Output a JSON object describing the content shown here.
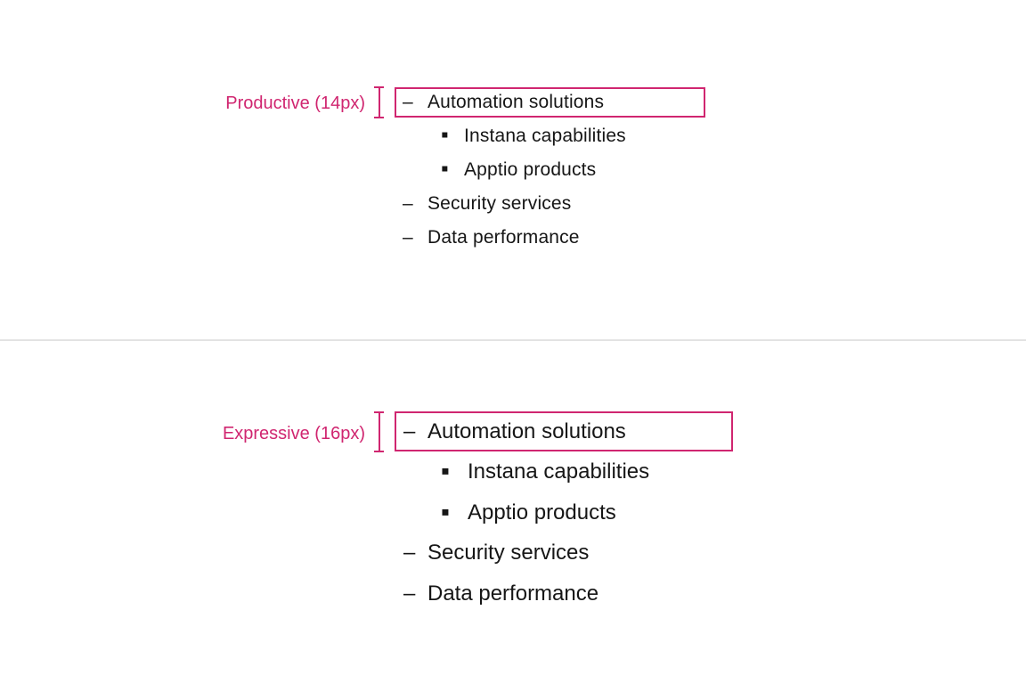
{
  "colors": {
    "annotation_magenta": "#d02670",
    "text": "#161616",
    "divider": "#e3e3e3",
    "background": "#ffffff"
  },
  "bullets": {
    "dash": "–",
    "square": "▪"
  },
  "sections": [
    {
      "label": "Productive (14px)",
      "items": [
        {
          "text": "Automation solutions",
          "level": 1,
          "highlighted": true
        },
        {
          "text": "Instana capabilities",
          "level": 2,
          "highlighted": false
        },
        {
          "text": "Apptio products",
          "level": 2,
          "highlighted": false
        },
        {
          "text": "Security services",
          "level": 1,
          "highlighted": false
        },
        {
          "text": "Data performance",
          "level": 1,
          "highlighted": false
        }
      ]
    },
    {
      "label": "Expressive (16px)",
      "items": [
        {
          "text": "Automation solutions",
          "level": 1,
          "highlighted": true
        },
        {
          "text": "Instana capabilities",
          "level": 2,
          "highlighted": false
        },
        {
          "text": "Apptio products",
          "level": 2,
          "highlighted": false
        },
        {
          "text": "Security services",
          "level": 1,
          "highlighted": false
        },
        {
          "text": "Data performance",
          "level": 1,
          "highlighted": false
        }
      ]
    }
  ]
}
